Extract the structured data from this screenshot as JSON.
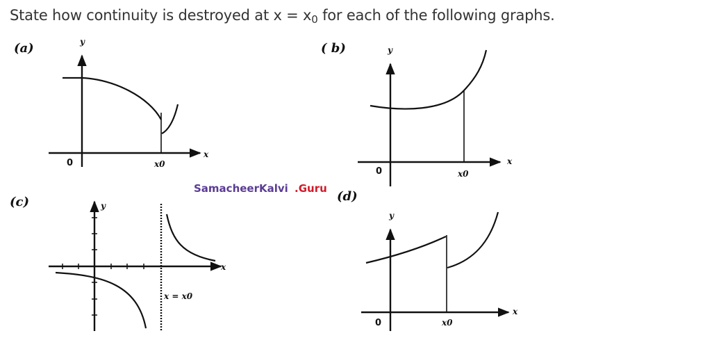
{
  "question": {
    "text_before": "State how continuity is destroyed at x = x",
    "subscript": "0",
    "text_after": " for each of the following graphs."
  },
  "graphs": {
    "a": {
      "label": "(a)",
      "y_label": "y",
      "x_label": "x",
      "origin": "0",
      "x0": "x0"
    },
    "b": {
      "label": "( b)",
      "y_label": "y",
      "x_label": "x",
      "origin": "0",
      "x0": "x0"
    },
    "c": {
      "label": "(c)",
      "y_label": "y",
      "x_label": "x",
      "asymptote": "x = x0"
    },
    "d": {
      "label": "(d)",
      "y_label": "y",
      "x_label": "x",
      "origin": "0",
      "x0": "x0"
    }
  },
  "watermark": {
    "part1": "SamacheerKalvi",
    "part2": ".Guru"
  }
}
